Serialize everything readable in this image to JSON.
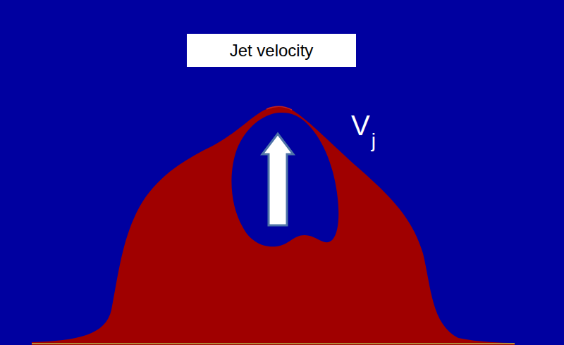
{
  "diagram": {
    "nodes": [
      {
        "text": [
          "Jet velocity"
        ]
      }
    ],
    "labels": [
      "V",
      "j"
    ]
  }
}
